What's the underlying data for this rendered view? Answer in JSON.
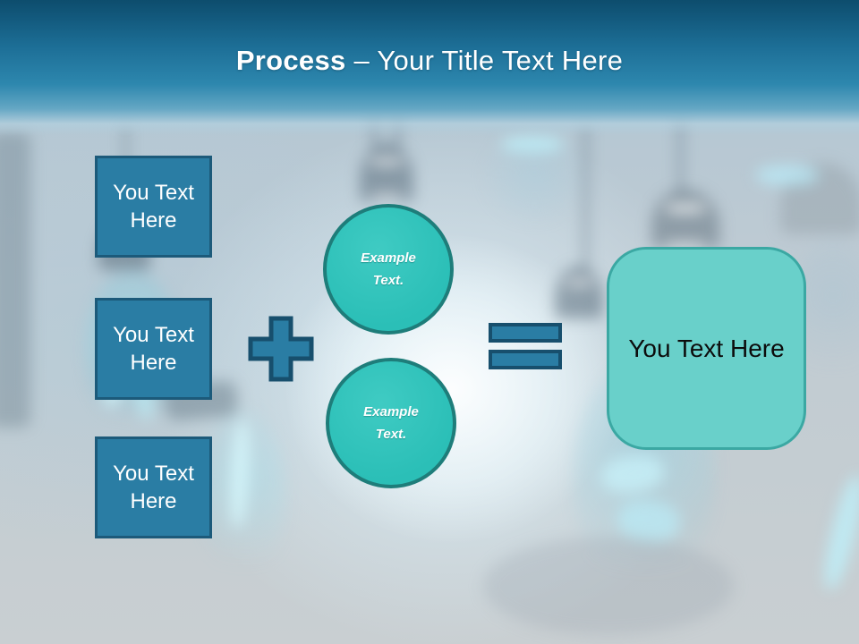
{
  "slide": {
    "title": {
      "keyword": "Process",
      "rest": " – Your Title Text Here"
    },
    "input_boxes": [
      {
        "label": "You Text Here"
      },
      {
        "label": "You Text Here"
      },
      {
        "label": "You Text Here"
      }
    ],
    "example_circles": [
      {
        "label": "Example Text."
      },
      {
        "label": "Example Text."
      }
    ],
    "result_box": {
      "label": "You Text Here"
    },
    "colors": {
      "header_top": "#0d4d6d",
      "header_mid": "#2d87ab",
      "shape_blue_fill": "#2a7da4",
      "shape_blue_border": "#1c5a7a",
      "circle_teal_fill": "#2ec3bb",
      "circle_teal_border": "#1e7d7a",
      "result_fill": "#69d0ca",
      "result_border": "#3ba8a3",
      "background_light": "#c4cdd2"
    }
  }
}
